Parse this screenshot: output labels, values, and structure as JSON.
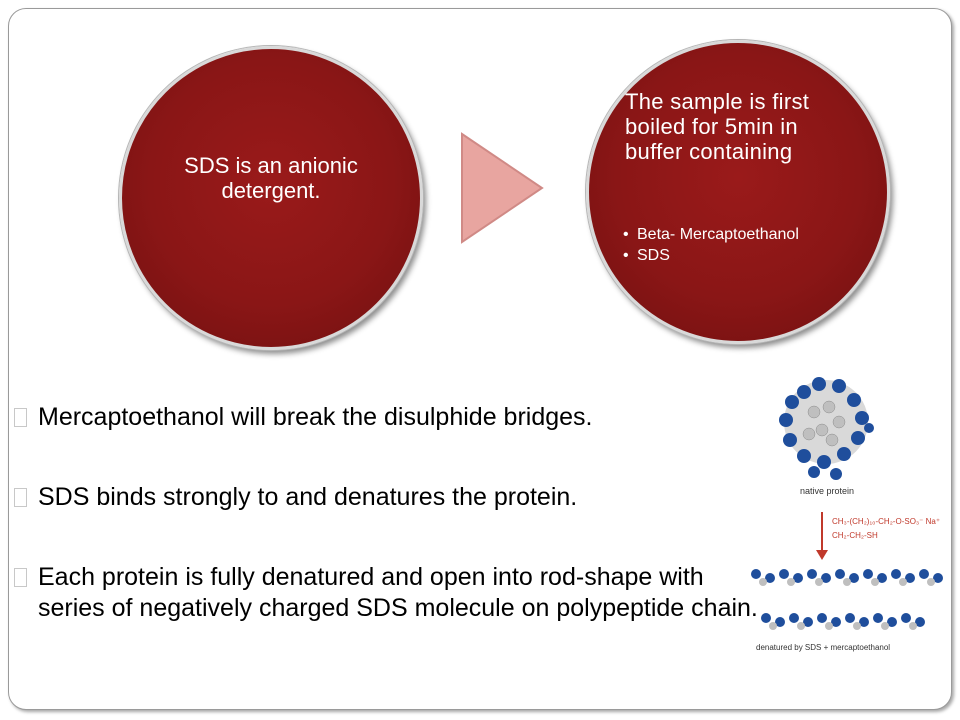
{
  "left_circle": {
    "text": "SDS is an anionic detergent."
  },
  "right_circle": {
    "text": "The sample is first boiled for 5min in buffer containing",
    "items": [
      "Beta- Mercaptoethanol",
      "SDS"
    ]
  },
  "bullets": [
    "Mercaptoethanol will break the disulphide bridges.",
    "SDS binds strongly to and denatures the protein.",
    "Each protein is fully denatured and open into rod-shape with series of negatively charged SDS molecule on polypeptide chain."
  ],
  "figure": {
    "caption_top": "native protein",
    "reagent_line1": "CH₃-(CH₂)₁₀-CH₂-O-SO₃⁻ Na⁺",
    "reagent_line2": "CH₂-CH₂-SH",
    "caption_bottom": "denatured by SDS + mercaptoethanol"
  },
  "colors": {
    "circle": "#8a1616",
    "arrow": "#e8a5a0",
    "bead_blue": "#1f4e9c",
    "bead_gray": "#b9b9b9"
  }
}
